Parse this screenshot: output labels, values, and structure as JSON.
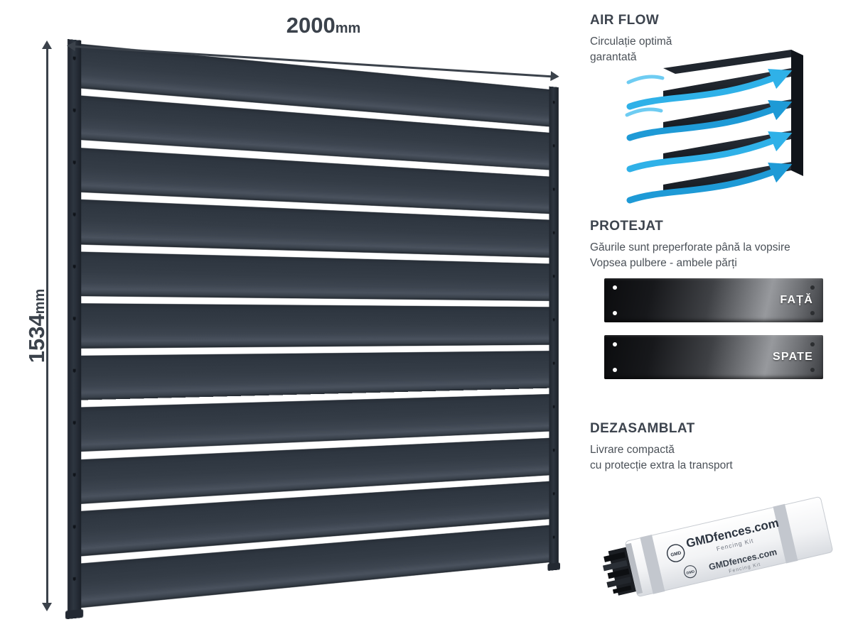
{
  "dimensions": {
    "width_value": "2000",
    "width_unit": "mm",
    "height_value": "1534",
    "height_unit": "mm"
  },
  "features": {
    "airflow": {
      "heading": "AIR FLOW",
      "line1": "Circulație optimă",
      "line2": "garantată"
    },
    "protejat": {
      "heading": "PROTEJAT",
      "line1": "Găurile sunt preperforate până la vopsire",
      "line2": "Vopsea pulbere - ambele părți",
      "front_label": "FAȚĂ",
      "back_label": "SPATE"
    },
    "dezasamblat": {
      "heading": "DEZASAMBLAT",
      "line1": "Livrare compactă",
      "line2": "cu protecție extra la transport",
      "brand": "GMDfences.com",
      "brand_sub": "Fencing Kit",
      "logo": "GMD"
    }
  },
  "colors": {
    "panel_anthracite": "#343c46",
    "arrow_blue": "#2FB1E8",
    "heading_text": "#3d444e",
    "body_text": "#4b5158"
  }
}
